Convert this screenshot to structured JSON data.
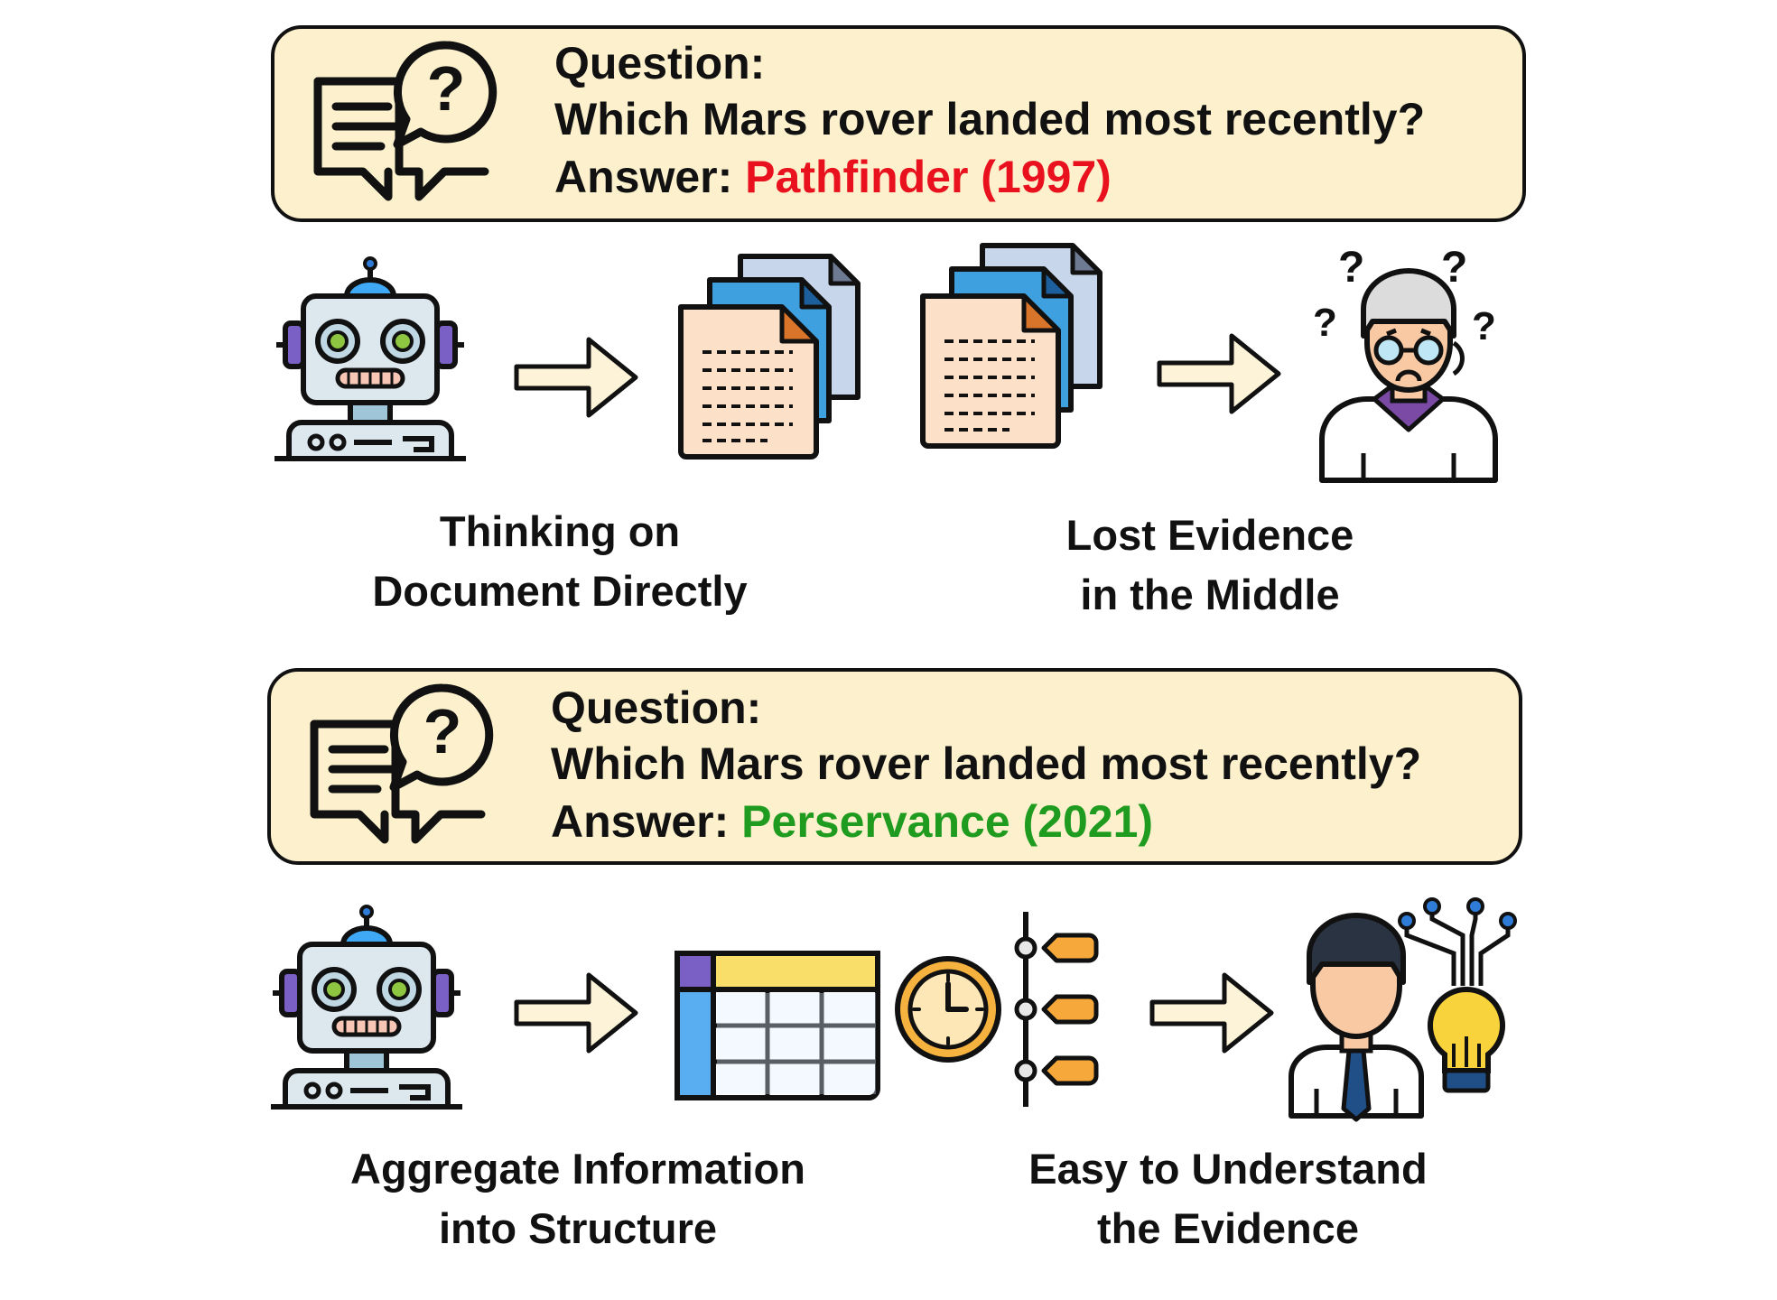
{
  "panel_top": {
    "question_label": "Question:",
    "question": "Which Mars rover landed most recently?",
    "answer_label": "Answer: ",
    "answer": "Pathfinder (1997)",
    "answer_color": "#e8111d",
    "step1_caption": [
      "Thinking on",
      "Document Directly"
    ],
    "step2_caption": [
      "Lost Evidence",
      "in the Middle"
    ]
  },
  "panel_bottom": {
    "question_label": "Question:",
    "question": "Which Mars rover landed most recently?",
    "answer_label": "Answer: ",
    "answer": "Perservance (2021)",
    "answer_color": "#1f9b1f",
    "step1_caption": [
      "Aggregate Information",
      "into Structure"
    ],
    "step2_caption": [
      "Easy to Understand",
      "the Evidence"
    ]
  },
  "icons": {
    "question_chat": "question-chat-icon",
    "robot": "robot-icon",
    "arrow": "right-arrow-icon",
    "documents": "document-stack-icon",
    "confused_person": "confused-person-icon",
    "table": "table-icon",
    "timeline": "timeline-clock-icon",
    "idea_person": "person-lightbulb-icon"
  },
  "colors": {
    "box_fill": "#fdf1cd",
    "arrow_fill": "#fdf3d8"
  }
}
